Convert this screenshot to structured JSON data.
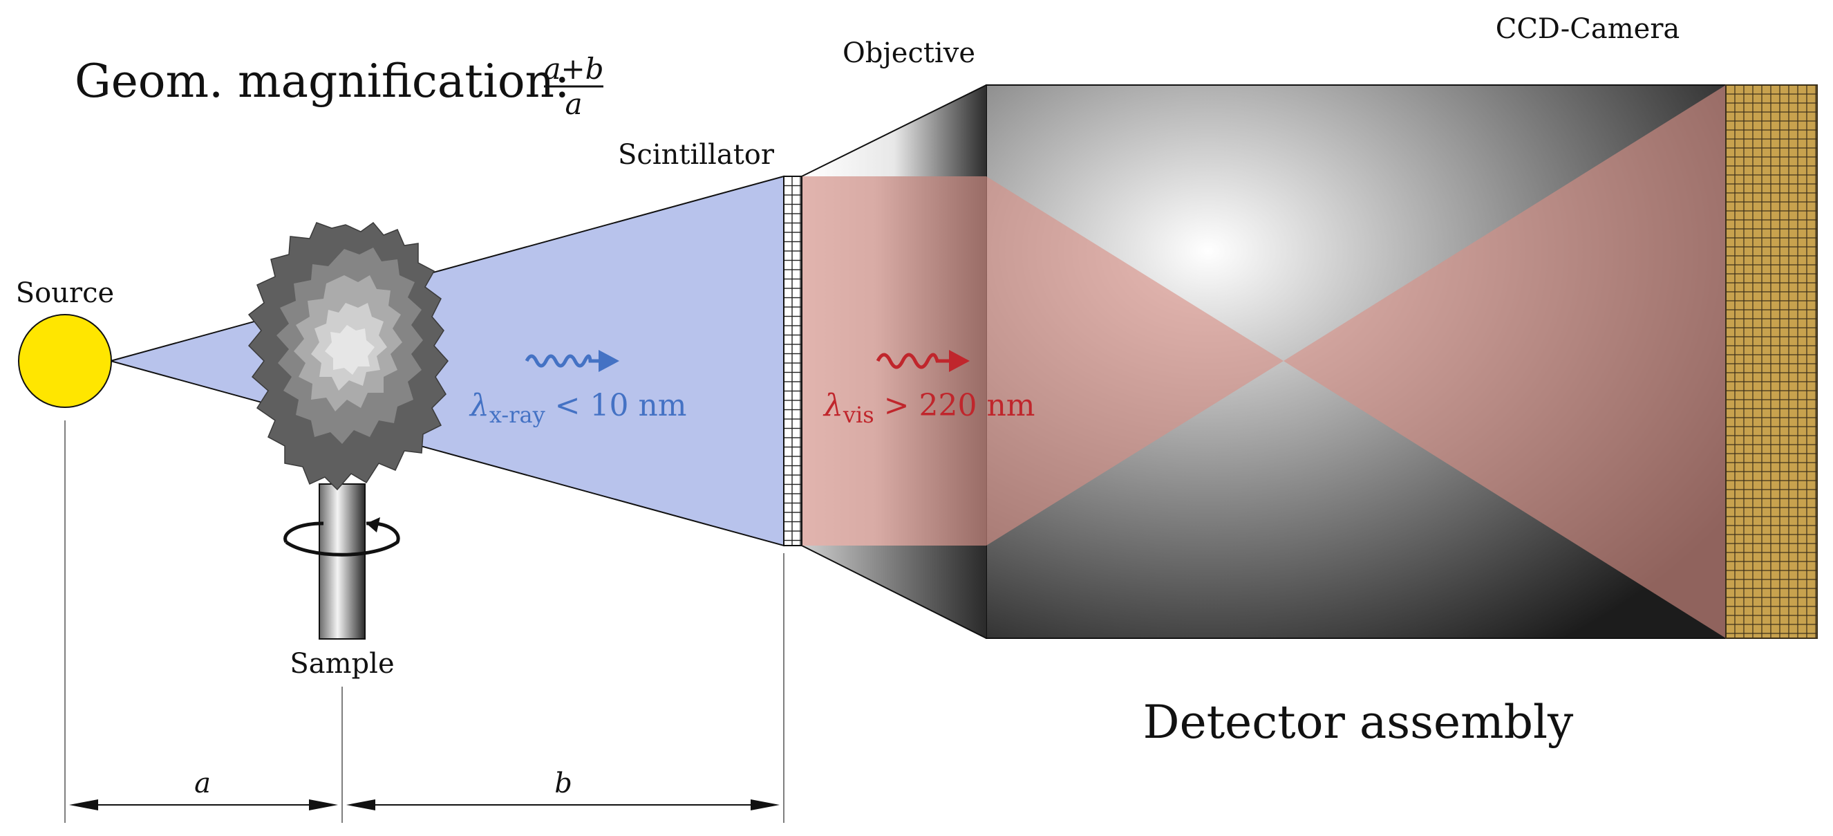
{
  "title": {
    "prefix": "Geom. magnification:",
    "numerator": "a+b",
    "denominator": "a"
  },
  "labels": {
    "source": "Source",
    "sample": "Sample",
    "scintillator": "Scintillator",
    "objective": "Objective",
    "camera": "CCD-Camera",
    "detector_assembly": "Detector assembly"
  },
  "xray": {
    "lambda": "λ",
    "subscript": "x-ray",
    "relation": "< 10 nm"
  },
  "visible": {
    "lambda": "λ",
    "subscript": "vis",
    "relation": "> 220 nm"
  },
  "dimensions": {
    "a": "a",
    "b": "b"
  },
  "colors": {
    "source_fill": "#FFE600",
    "xray_beam": "#B8C3EC",
    "xray_text": "#4472C4",
    "visible_beam": "#E0A39B",
    "visible_text": "#C0262C",
    "camera_sensor": "#C8A24E"
  },
  "icons": {
    "xray_wave": "wavy-arrow-icon",
    "visible_wave": "wavy-arrow-icon",
    "rotation": "rotation-arrow-icon"
  }
}
